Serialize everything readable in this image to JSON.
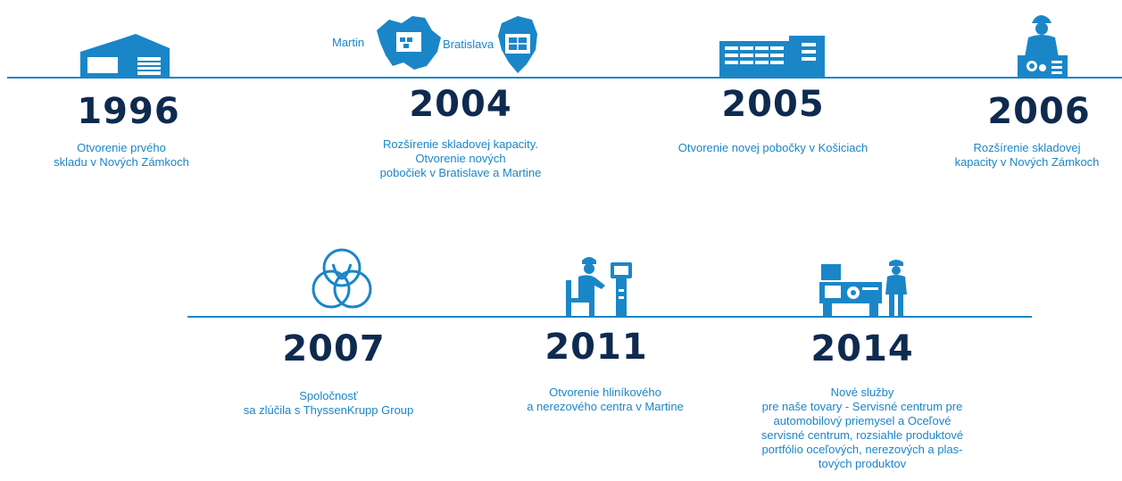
{
  "colors": {
    "accent": "#1a86c8",
    "year": "#0e2a4f"
  },
  "row1": [
    {
      "year": "1996",
      "text": "Otvorenie prvého\nskladu v Nových Zámkoch",
      "icon": "warehouse-icon"
    },
    {
      "year": "2004",
      "text": "Rozšírenie skladovej kapacity.\nOtvorenie nových\npobočiek v Bratislave a Martine",
      "icon": "map-icon",
      "map_labels": [
        "Martin",
        "Bratislava"
      ]
    },
    {
      "year": "2005",
      "text": "Otvorenie novej pobočky v Košiciach",
      "icon": "office-building-icon"
    },
    {
      "year": "2006",
      "text": "Rozšírenie skladovej\nkapacity v Nových Zámkoch",
      "icon": "worker-machine-icon"
    }
  ],
  "row2": [
    {
      "year": "2007",
      "text": "Spoločnosť\nsa zlúčila s ThyssenKrupp Group",
      "icon": "thyssenkrupp-logo-icon"
    },
    {
      "year": "2011",
      "text": "Otvorenie hliníkového\na nerezového centra v Martine",
      "icon": "operator-console-icon"
    },
    {
      "year": "2014",
      "text": "Nové služby\npre naše tovary -  Servisné centrum pre\nautomobilový priemysel a  Oceľové\nservisné centrum, rozsiahle produktové\nportfólio oceľových, nerezových a plas-\ntových produktov",
      "icon": "lathe-worker-icon"
    }
  ]
}
